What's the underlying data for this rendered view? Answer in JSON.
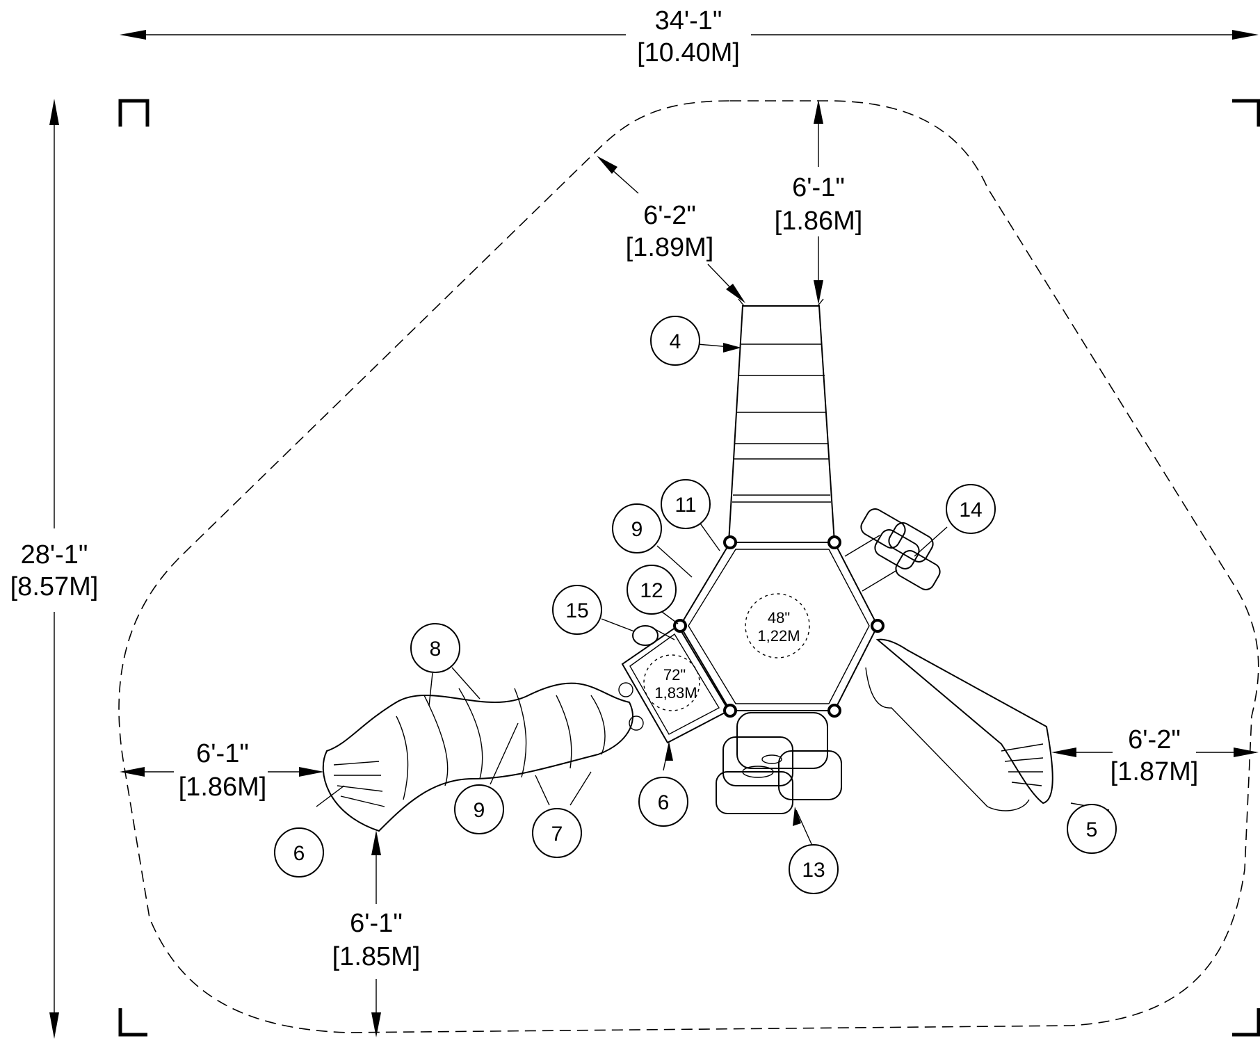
{
  "dimensions": {
    "overall_width": {
      "imperial": "34'-1\"",
      "metric": "[10.40M]"
    },
    "overall_depth": {
      "imperial": "28'-1\"",
      "metric": "[8.57M]"
    },
    "top_right": {
      "imperial": "6'-1\"",
      "metric": "[1.86M]"
    },
    "top_left": {
      "imperial": "6'-2\"",
      "metric": "[1.89M]"
    },
    "left": {
      "imperial": "6'-1\"",
      "metric": "[1.86M]"
    },
    "right": {
      "imperial": "6'-2\"",
      "metric": "[1.87M]"
    },
    "bottom": {
      "imperial": "6'-1\"",
      "metric": "[1.85M]"
    }
  },
  "decks": {
    "main": {
      "imperial": "48\"",
      "metric": "1,22M"
    },
    "small": {
      "imperial": "72\"",
      "metric": "1,83M"
    }
  },
  "callouts": [
    "4",
    "5",
    "6",
    "6",
    "7",
    "8",
    "9",
    "9",
    "11",
    "12",
    "13",
    "14",
    "15"
  ]
}
